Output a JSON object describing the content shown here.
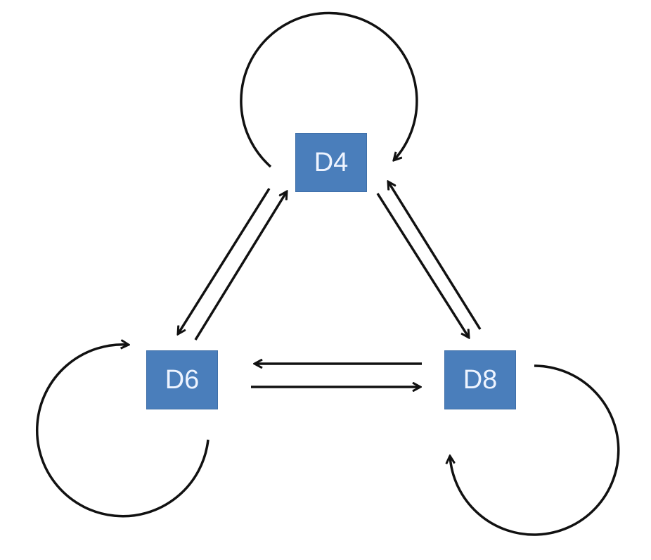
{
  "nodes": {
    "d4": {
      "label": "D4"
    },
    "d6": {
      "label": "D6"
    },
    "d8": {
      "label": "D8"
    }
  },
  "edges": [
    {
      "from": "D4",
      "to": "D4"
    },
    {
      "from": "D6",
      "to": "D6"
    },
    {
      "from": "D8",
      "to": "D8"
    },
    {
      "from": "D4",
      "to": "D6"
    },
    {
      "from": "D6",
      "to": "D4"
    },
    {
      "from": "D4",
      "to": "D8"
    },
    {
      "from": "D8",
      "to": "D4"
    },
    {
      "from": "D8",
      "to": "D6"
    },
    {
      "from": "D6",
      "to": "D8"
    }
  ],
  "colors": {
    "node_fill": "#4a7ebb",
    "edge": "#111111"
  }
}
